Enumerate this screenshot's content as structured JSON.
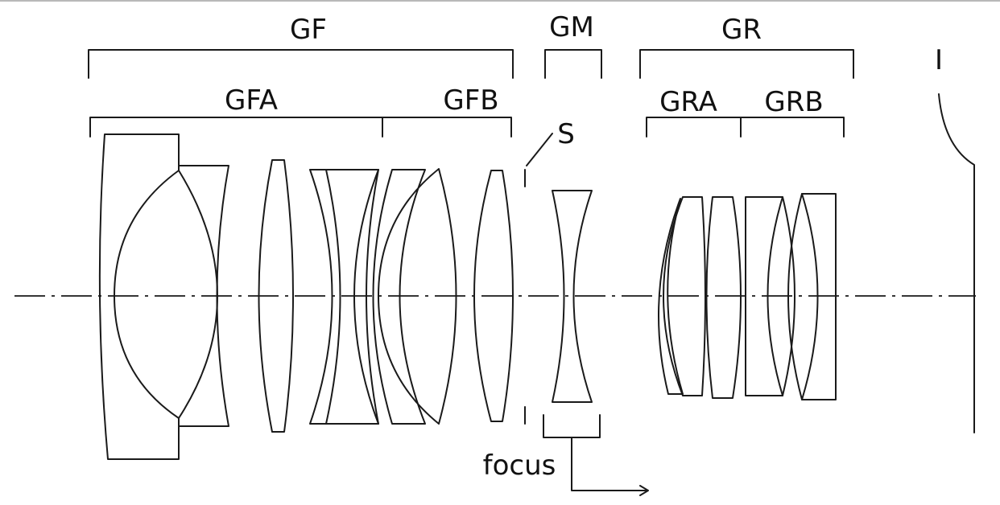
{
  "labels": {
    "gf": "GF",
    "gm": "GM",
    "gr": "GR",
    "gfa": "GFA",
    "gfb": "GFB",
    "gra": "GRA",
    "grb": "GRB",
    "stop": "S",
    "image": "I",
    "focus": "focus"
  },
  "colors": {
    "stroke": "#1a1a1a",
    "background": "#ffffff"
  }
}
